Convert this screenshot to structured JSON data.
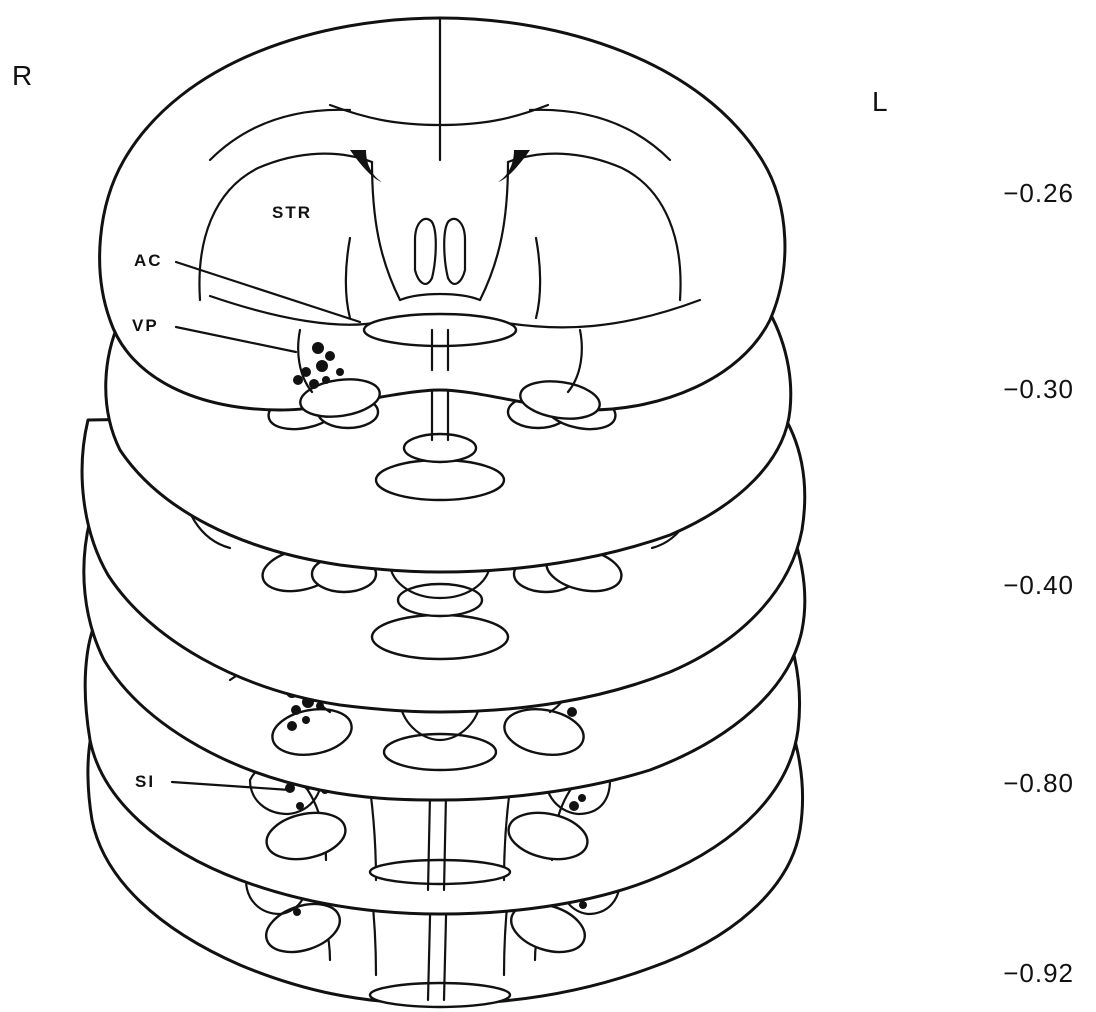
{
  "orientation": {
    "right": "R",
    "left": "L"
  },
  "structures": {
    "striatum": "STR",
    "anterior_commissure": "AC",
    "ventral_pallidum": "VP",
    "substantia_innominata": "SI"
  },
  "sections": [
    {
      "level": "−0.26"
    },
    {
      "level": "−0.30"
    },
    {
      "level": "−0.40"
    },
    {
      "level": "−0.80"
    },
    {
      "level": "−0.92"
    }
  ],
  "colors": {
    "ink": "#111111",
    "background": "#ffffff"
  }
}
